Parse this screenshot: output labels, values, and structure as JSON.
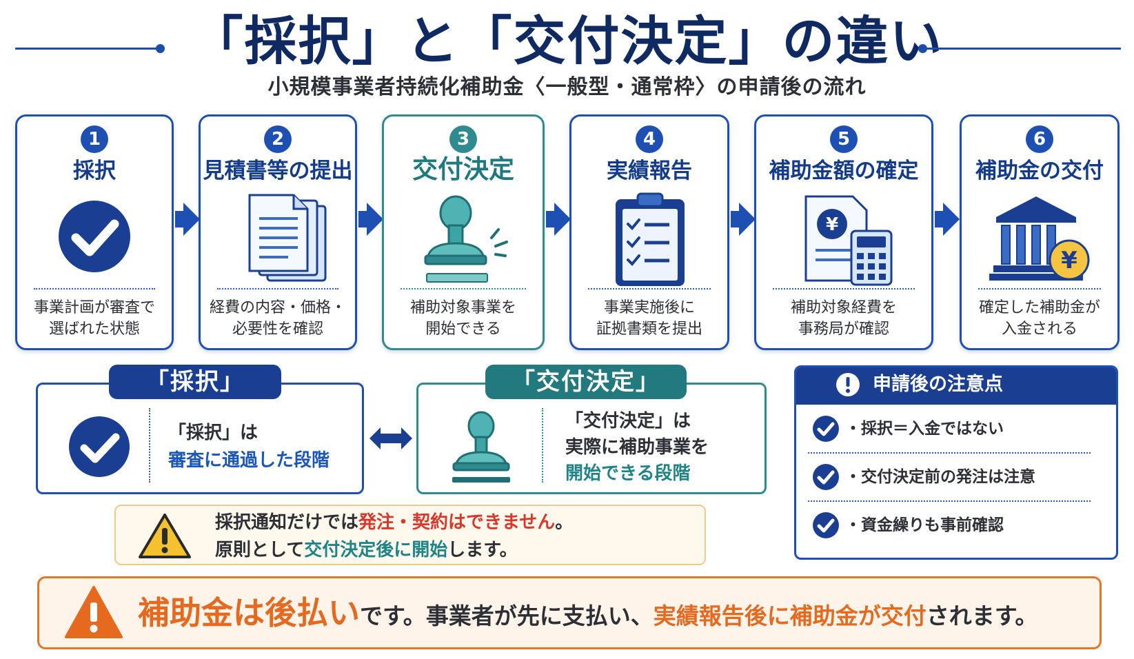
{
  "header": {
    "title": "「採択」と「交付決定」の違い",
    "subtitle": "小規模事業者持続化補助金〈一般型・通常枠〉の申請後の流れ"
  },
  "steps": [
    {
      "num": "1",
      "title": "採択",
      "desc1": "事業計画が審査で",
      "desc2": "選ばれた状態",
      "icon": "check-circle-icon"
    },
    {
      "num": "2",
      "title": "見積書等の提出",
      "desc1": "経費の内容・価格・",
      "desc2": "必要性を確認",
      "icon": "documents-icon"
    },
    {
      "num": "3",
      "title": "交付決定",
      "desc1": "補助対象事業を",
      "desc2": "開始できる",
      "icon": "stamp-icon"
    },
    {
      "num": "4",
      "title": "実績報告",
      "desc1": "事業実施後に",
      "desc2": "証拠書類を提出",
      "icon": "clipboard-icon"
    },
    {
      "num": "5",
      "title": "補助金額の確定",
      "desc1": "補助対象経費を",
      "desc2": "事務局が確認",
      "icon": "invoice-calculator-icon"
    },
    {
      "num": "6",
      "title": "補助金の交付",
      "desc1": "確定した補助金が",
      "desc2": "入金される",
      "icon": "bank-yen-icon"
    }
  ],
  "compare": {
    "saitaku": {
      "tab": "「採択」",
      "line1": "「採択」は",
      "line2": "審査に通過した段階"
    },
    "kofu": {
      "tab": "「交付決定」",
      "line1": "「交付決定」は",
      "line2": "実際に補助事業を",
      "line3": "開始できる段階"
    }
  },
  "notes": {
    "header": "申請後の注意点",
    "items": [
      "・採択＝入金ではない",
      "・交付決定前の発注は注意",
      "・資金繰りも事前確認"
    ]
  },
  "warning1": {
    "l1a": "採択通知だけでは",
    "l1b": "発注・契約はできません",
    "l1c": "。",
    "l2a": "原則として",
    "l2b": "交付決定後に開始",
    "l2c": "します。"
  },
  "warning2": {
    "a": "補助金は後払い",
    "b": "です。事業者が先に支払い、",
    "c": "実績報告後に補助金が交付",
    "d": "されます。"
  },
  "colors": {
    "navy": "#1a3f92",
    "blue": "#1e50b3",
    "teal": "#2f8b8f",
    "red": "#d8382a",
    "orange": "#e56a1f"
  }
}
